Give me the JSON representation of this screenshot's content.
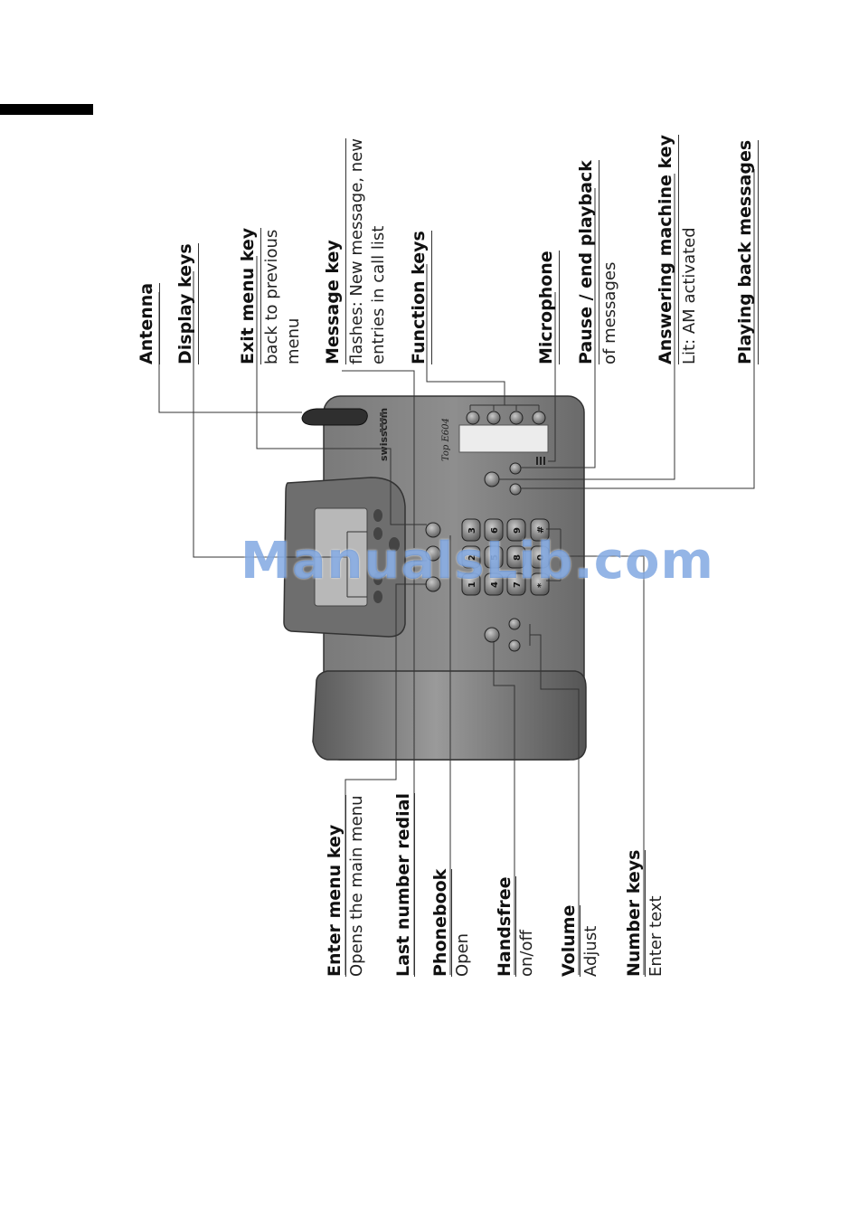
{
  "device": {
    "brand": "swisscom",
    "model": "Top E604",
    "keypad": [
      "1",
      "2",
      "3",
      "4",
      "5",
      "6",
      "7",
      "8",
      "9",
      "*",
      "0",
      "#"
    ]
  },
  "labels_upper": [
    {
      "id": "antenna",
      "title": "Antenna",
      "sub": ""
    },
    {
      "id": "display",
      "title": "Display keys",
      "sub": ""
    },
    {
      "id": "exit",
      "title": "Exit menu key",
      "sub": "back to previous",
      "sub2": "menu"
    },
    {
      "id": "message",
      "title": "Message key",
      "sub": "flashes: New message, new",
      "sub2": "entries in call list"
    },
    {
      "id": "function",
      "title": "Function keys",
      "sub": ""
    },
    {
      "id": "microphone",
      "title": "Microphone",
      "sub": ""
    },
    {
      "id": "pause",
      "title": "Pause / end playback",
      "sub": "of messages"
    },
    {
      "id": "am",
      "title": "Answering machine key",
      "sub": "Lit: AM activated"
    },
    {
      "id": "playback",
      "title": "Playing back messages",
      "sub": ""
    }
  ],
  "labels_lower": [
    {
      "id": "enter",
      "title": "Enter menu key",
      "sub": "Opens the main menu"
    },
    {
      "id": "redial",
      "title": "Last number redial",
      "sub": ""
    },
    {
      "id": "phonebook",
      "title": "Phonebook",
      "sub": "Open"
    },
    {
      "id": "handsfree",
      "title": "Handsfree",
      "sub": "on/off"
    },
    {
      "id": "volume",
      "title": "Volume",
      "sub": "Adjust"
    },
    {
      "id": "number",
      "title": "Number keys",
      "sub": "Enter text"
    }
  ],
  "watermark": "ManualsLib.com"
}
